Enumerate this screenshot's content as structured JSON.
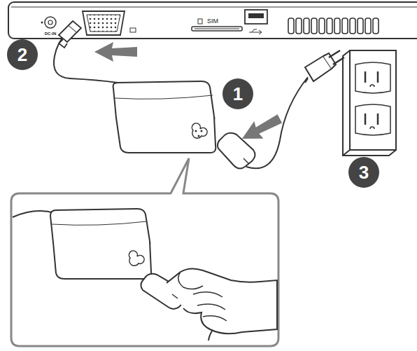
{
  "diagram": {
    "labels": [
      "DC-IN",
      "SIM",
      "2",
      "1",
      "3"
    ]
  }
}
